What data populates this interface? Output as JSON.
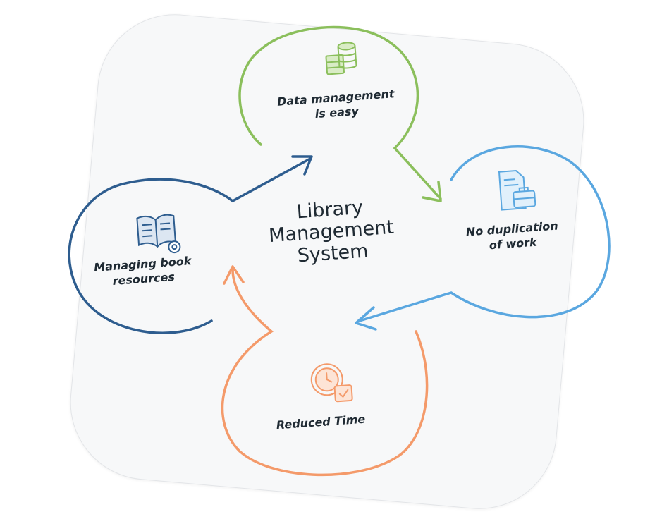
{
  "center_title": {
    "line1": "Library",
    "line2": "Management",
    "line3": "System"
  },
  "nodes": {
    "data_management": {
      "line1": "Data management",
      "line2": "is easy",
      "color": "#8bbf5c",
      "icon": "database-icon"
    },
    "no_duplication": {
      "line1": "No duplication",
      "line2": "of work",
      "color": "#5aa7e0",
      "icon": "document-briefcase-icon"
    },
    "reduced_time": {
      "line1": "Reduced Time",
      "color": "#f49a6a",
      "icon": "clock-calendar-icon"
    },
    "managing_books": {
      "line1": "Managing book",
      "line2": "resources",
      "color": "#2e5d8f",
      "icon": "book-gear-icon"
    }
  }
}
